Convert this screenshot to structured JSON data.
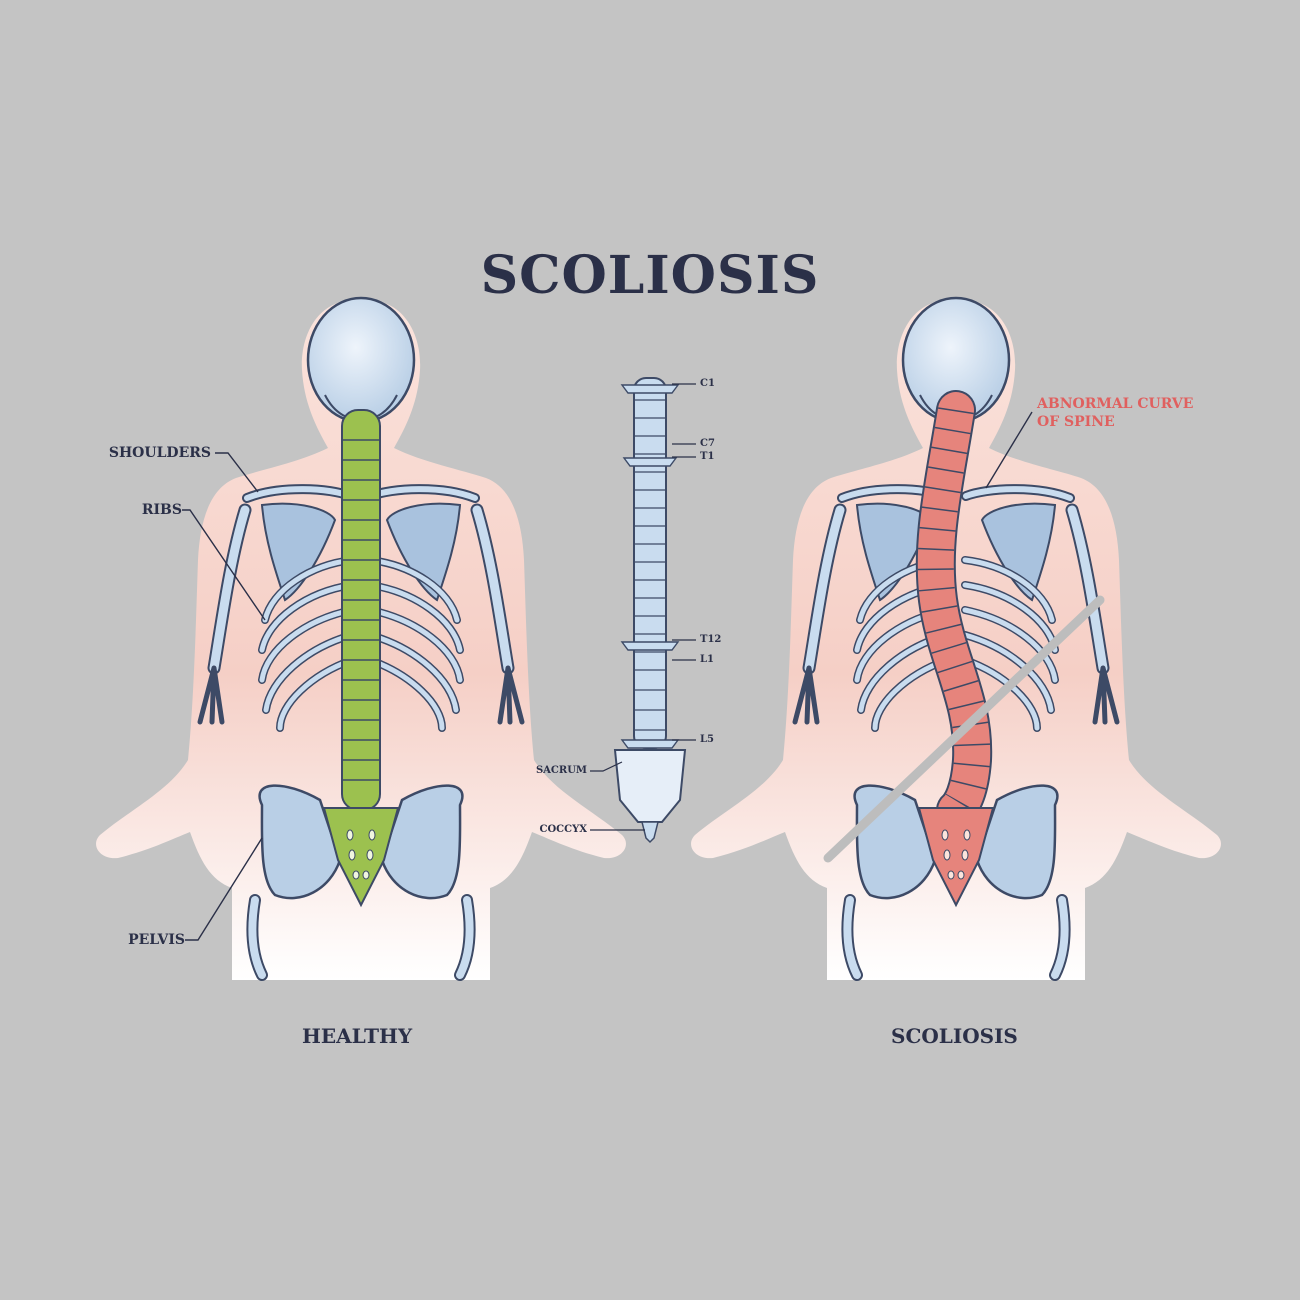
{
  "title": "SCOLIOSIS",
  "colors": {
    "background": "#c4c4c4",
    "bone": "#c9dcef",
    "bone_stroke": "#3d4a66",
    "healthy_spine": "#9cc14f",
    "scoliosis_spine": "#e6847c",
    "body_glow": "#f6d6ce",
    "label_text": "#2b3048",
    "highlight_text": "#e0605f"
  },
  "healthy_figure": {
    "caption": "HEALTHY",
    "labels": {
      "shoulders": "SHOULDERS",
      "ribs": "RIBS",
      "pelvis": "PELVIS"
    }
  },
  "spine_column": {
    "labels": {
      "c1": "C1",
      "c7": "C7",
      "t1": "T1",
      "t12": "T12",
      "l1": "L1",
      "l5": "L5",
      "sacrum": "SACRUM",
      "coccyx": "COCCYX"
    }
  },
  "scoliosis_figure": {
    "caption": "SCOLIOSIS",
    "labels": {
      "curve_line1": "ABNORMAL CURVE",
      "curve_line2": "OF SPINE"
    }
  }
}
